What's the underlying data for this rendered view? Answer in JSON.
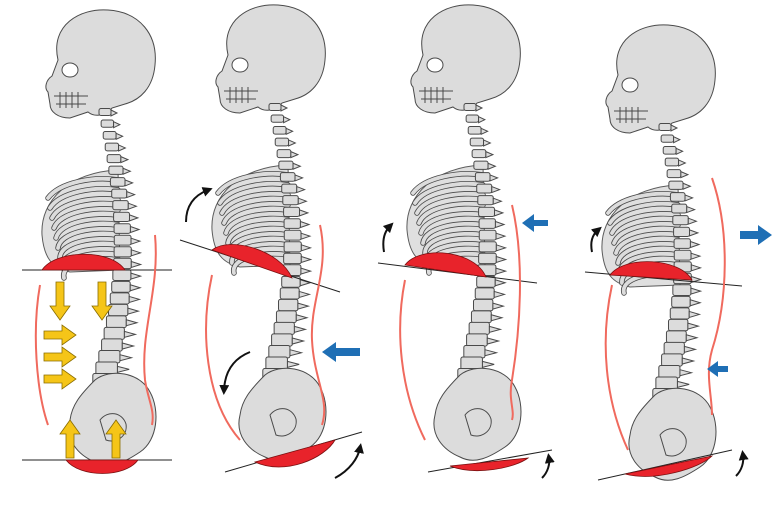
{
  "figure": {
    "panels": [
      "neutral",
      "tilted-diaphragm",
      "partial-tilt",
      "reverse-tilt"
    ],
    "colors": {
      "bone": "#dcdcdc",
      "diaphragm": "#e8232b",
      "abdominal_wall": "#f06a5e",
      "pressure_arrow": "#f5c518",
      "force_arrow": "#1f6fb5",
      "rotation_arrow": "#111111"
    }
  }
}
